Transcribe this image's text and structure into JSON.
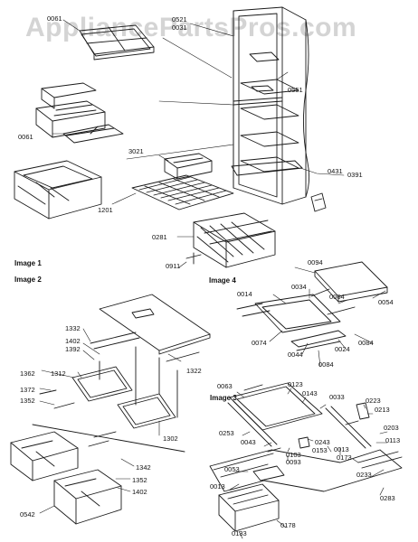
{
  "watermark": "AppliancePartsPros.com",
  "sections": {
    "image1": "Image 1",
    "image2": "Image 2",
    "image3": "Image 3",
    "image4": "Image 4"
  },
  "labels": {
    "p0061a": "0061",
    "p0521": "0521",
    "p0031": "0031",
    "p0551": "0551",
    "p0061b": "0061",
    "p3021": "3021",
    "p0431": "0431",
    "p0391": "0391",
    "p1201": "1201",
    "p0281": "0281",
    "p0911": "0911",
    "p0094": "0094",
    "p0014": "0014",
    "p0034": "0034",
    "p0064": "0064",
    "p0054": "0054",
    "p0074": "0074",
    "p0044": "0044",
    "p0024": "0024",
    "p0084a": "0084",
    "p0084b": "0084",
    "p1332": "1332",
    "p1402a": "1402",
    "p1392": "1392",
    "p1322": "1322",
    "p1362": "1362",
    "p1312": "1312",
    "p1372": "1372",
    "p1352a": "1352",
    "p1302": "1302",
    "p1342": "1342",
    "p1352b": "1352",
    "p1402b": "1402",
    "p0542": "0542",
    "p0063": "0063",
    "p0123": "0123",
    "p0143": "0143",
    "p0033": "0033",
    "p0223": "0223",
    "p0213": "0213",
    "p0203": "0203",
    "p0253": "0253",
    "p0043": "0043",
    "p0243": "0243",
    "p0103": "0103",
    "p0093": "0093",
    "p0153": "0153",
    "p0013b": "0013",
    "p0173": "0173",
    "p0113": "0113",
    "p0053": "0053",
    "p0013": "0013",
    "p0233": "0233",
    "p0283": "0283",
    "p0133": "0133",
    "p0178": "0178"
  }
}
